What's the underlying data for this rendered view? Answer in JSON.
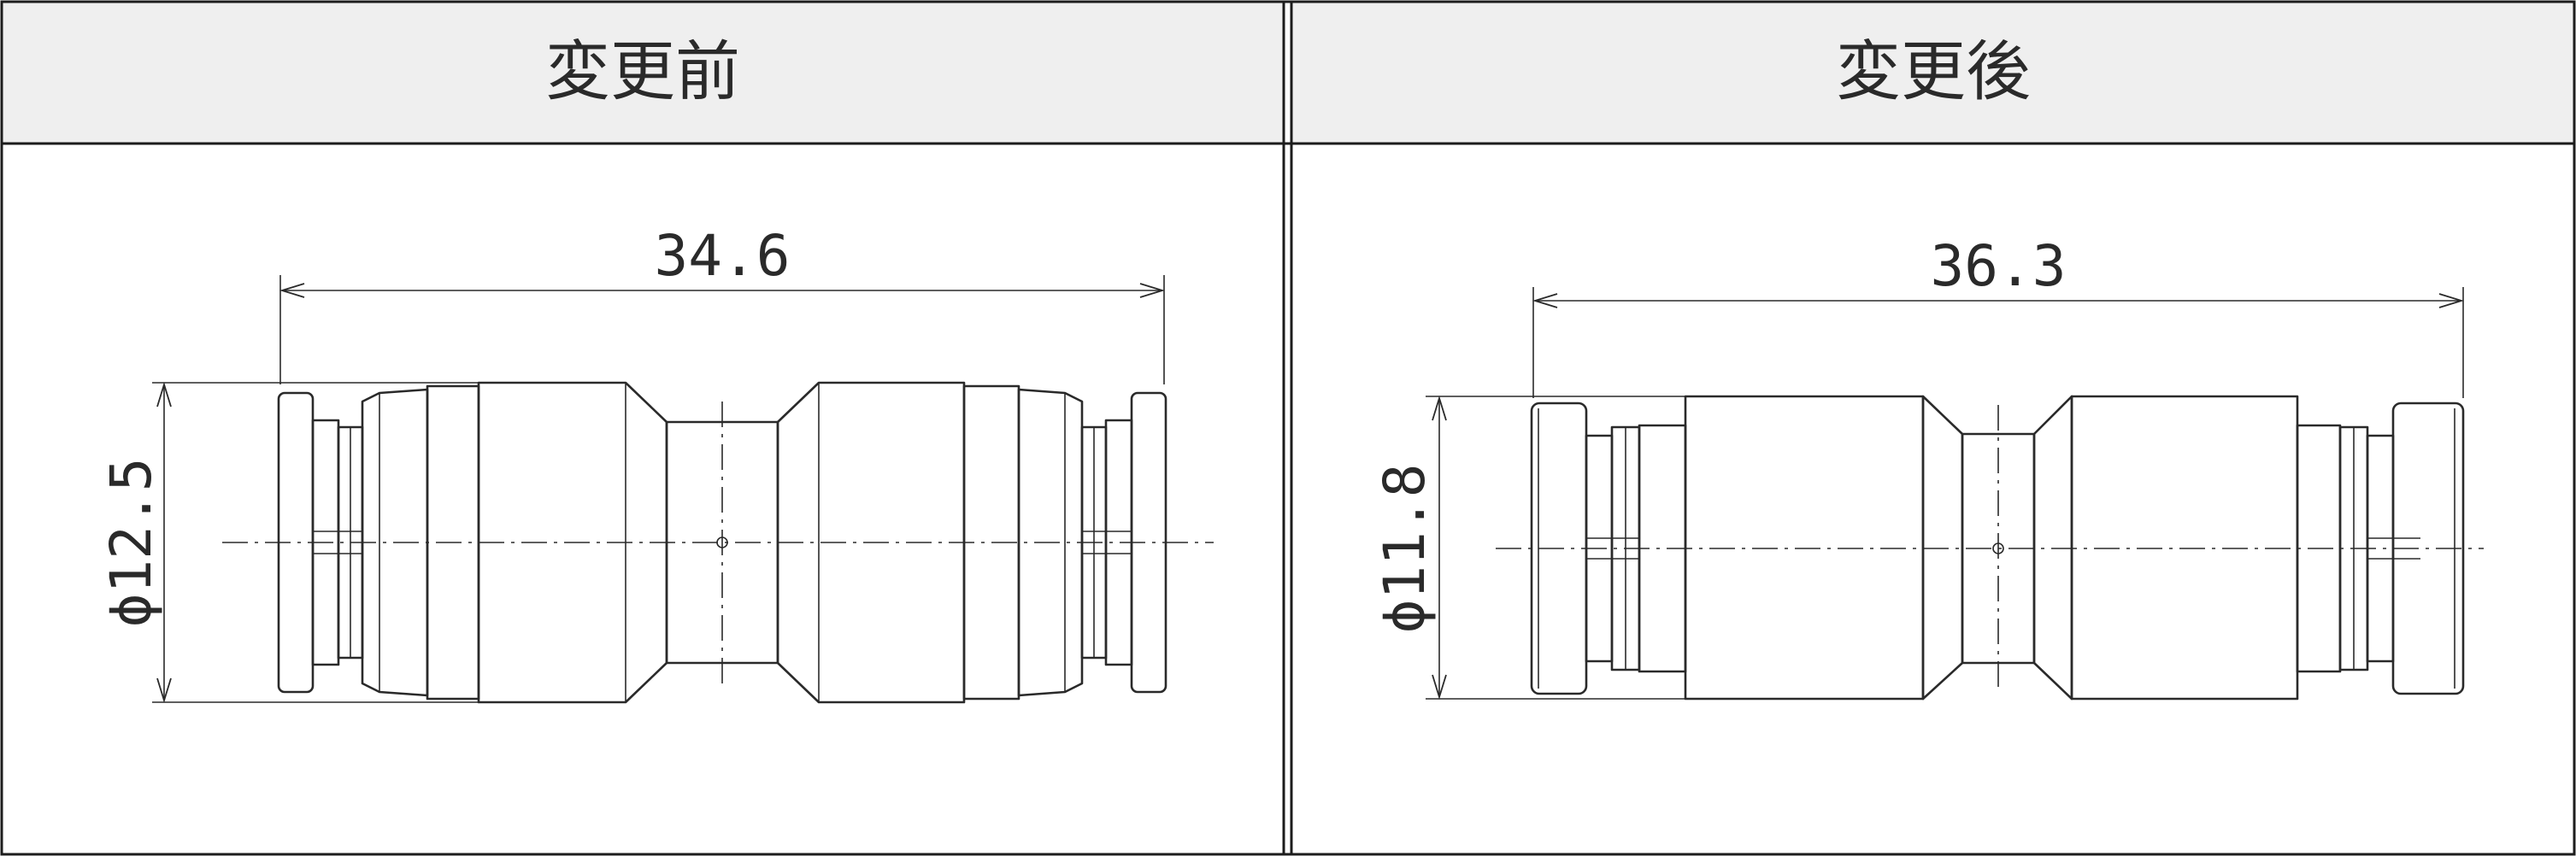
{
  "table": {
    "before": {
      "header": "変更前",
      "length_label": "34.6",
      "diameter_label": "ϕ12.5"
    },
    "after": {
      "header": "変更後",
      "length_label": "36.3",
      "diameter_label": "ϕ11.8"
    }
  },
  "colors": {
    "header_bg": "#efefef",
    "line": "#2a2a2a",
    "border": "#1c1c1c"
  }
}
